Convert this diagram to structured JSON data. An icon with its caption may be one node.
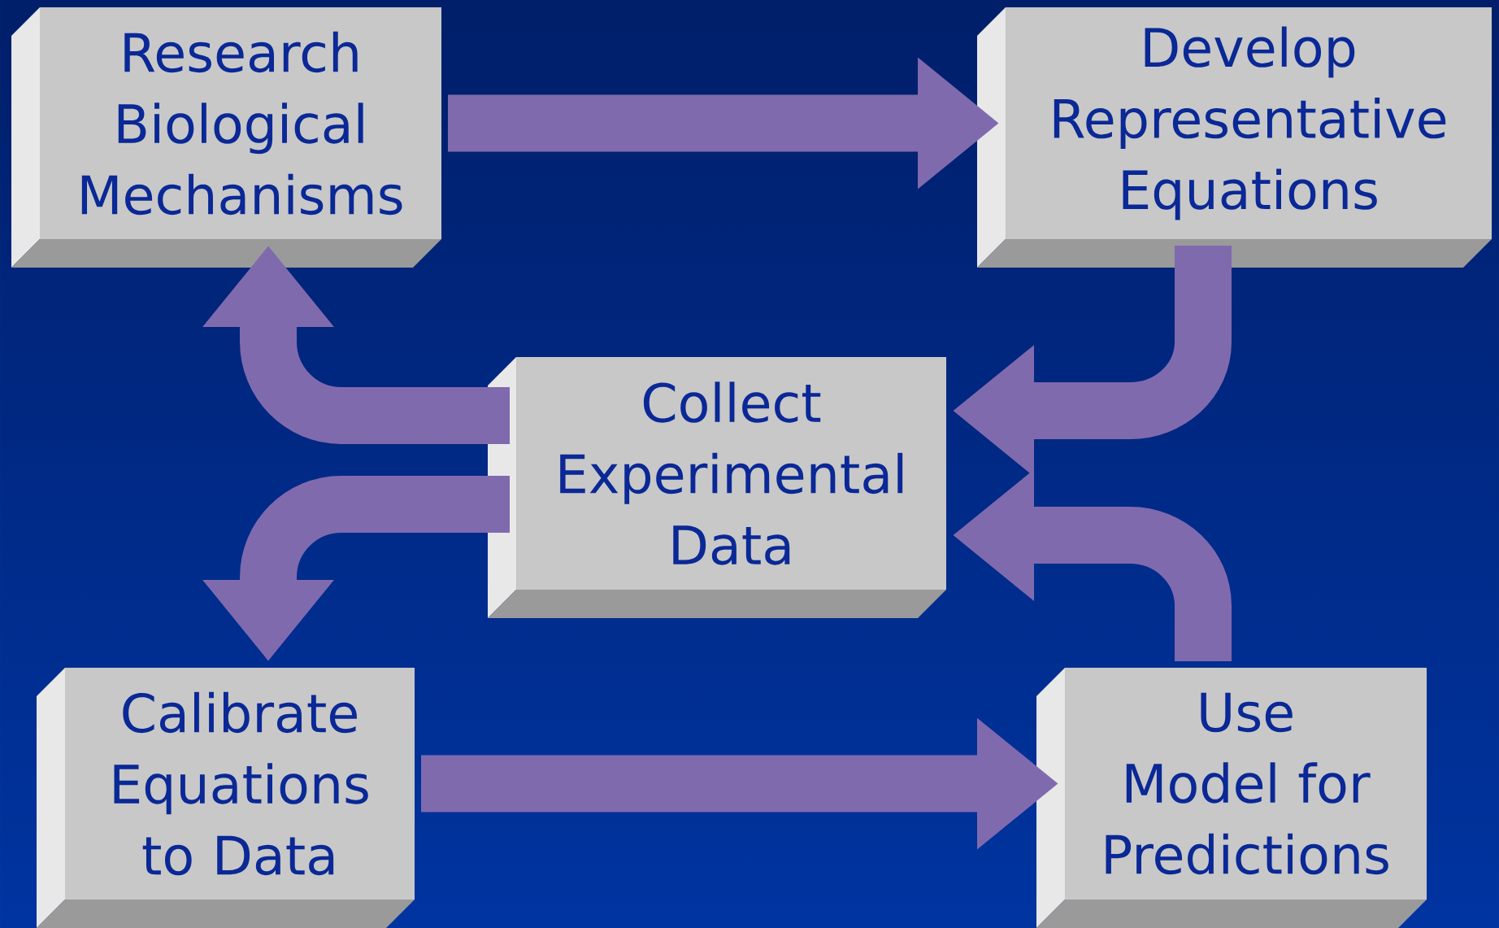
{
  "diagram": {
    "nodes": [
      {
        "text": [
          "Research Biological Mechanisms"
        ]
      },
      {
        "text": [
          "Develop Representative Equations"
        ]
      },
      {
        "text": [
          "Collect Experimental Data"
        ]
      },
      {
        "text": [
          "Calibrate Equations to Data"
        ]
      },
      {
        "text": [
          "Use Model for Predictions"
        ]
      }
    ],
    "edges": [
      {
        "from": 0,
        "to": 1,
        "arrow": "to"
      },
      {
        "from": 1,
        "to": 2,
        "arrow": "to"
      },
      {
        "from": 2,
        "to": 0,
        "arrow": "to"
      },
      {
        "from": 2,
        "to": 3,
        "arrow": "to"
      },
      {
        "from": 3,
        "to": 4,
        "arrow": "to"
      },
      {
        "from": 4,
        "to": 2,
        "arrow": "to"
      }
    ]
  }
}
